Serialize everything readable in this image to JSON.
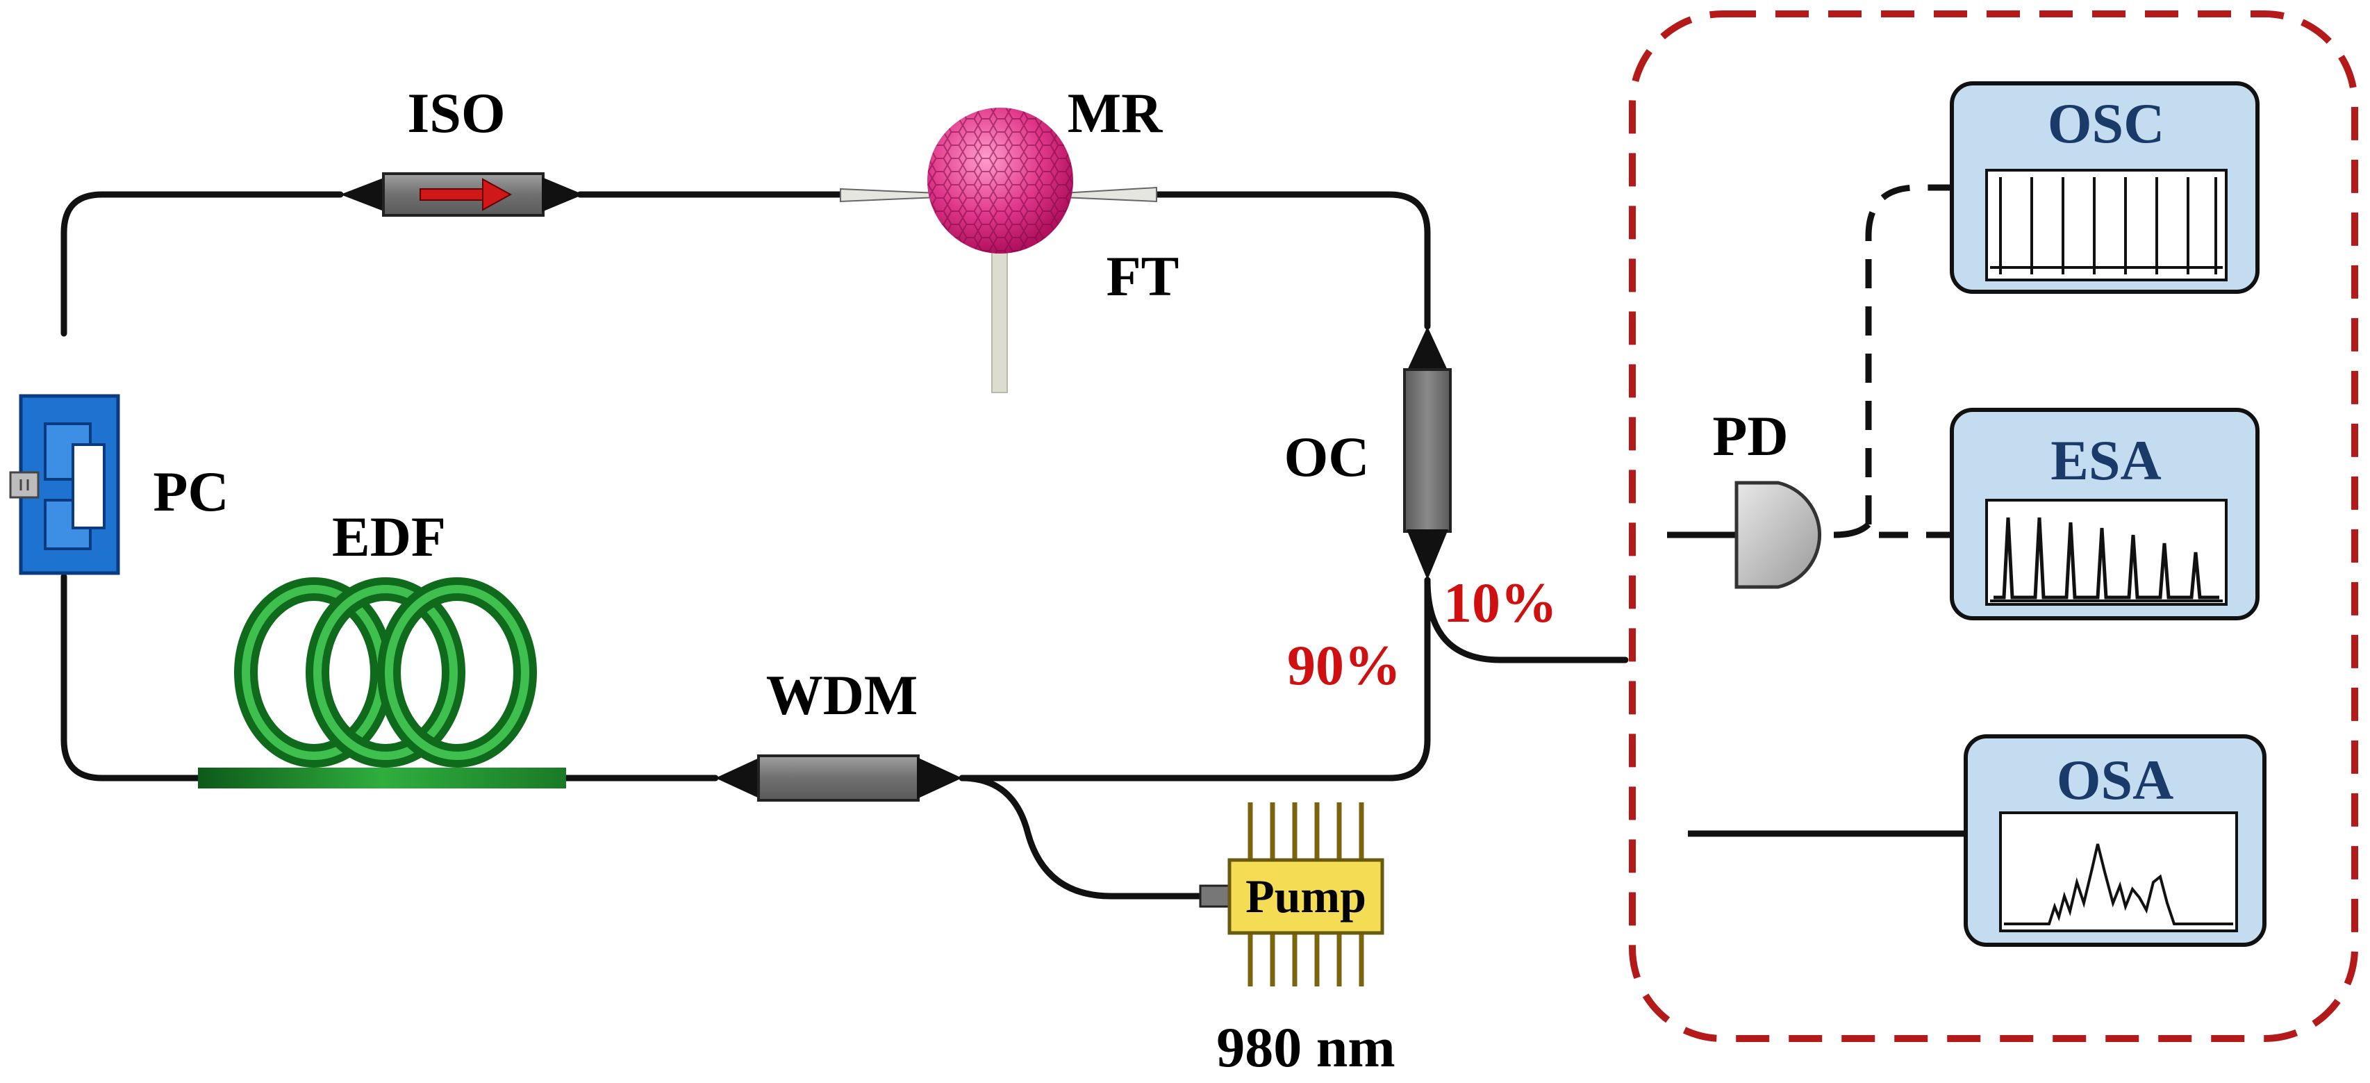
{
  "labels": {
    "iso": "ISO",
    "mr": "MR",
    "ft": "FT",
    "pc": "PC",
    "edf": "EDF",
    "oc": "OC",
    "wdm": "WDM",
    "pump": "Pump",
    "pump_wavelength": "980 nm",
    "pd": "PD",
    "ratio_10": "10%",
    "ratio_90": "90%",
    "osc": "OSC",
    "esa": "ESA",
    "osa": "OSA"
  },
  "colors": {
    "fiber": "#111111",
    "ratio_text": "#d01010",
    "dashed_box": "#b41a1a",
    "instrument_fill": "#c4dcf0",
    "pc_fill": "#1f73d0",
    "edf_green": "#1e8c2a",
    "mr_pink": "#e0378a",
    "pump_yellow": "#f4dd55"
  }
}
